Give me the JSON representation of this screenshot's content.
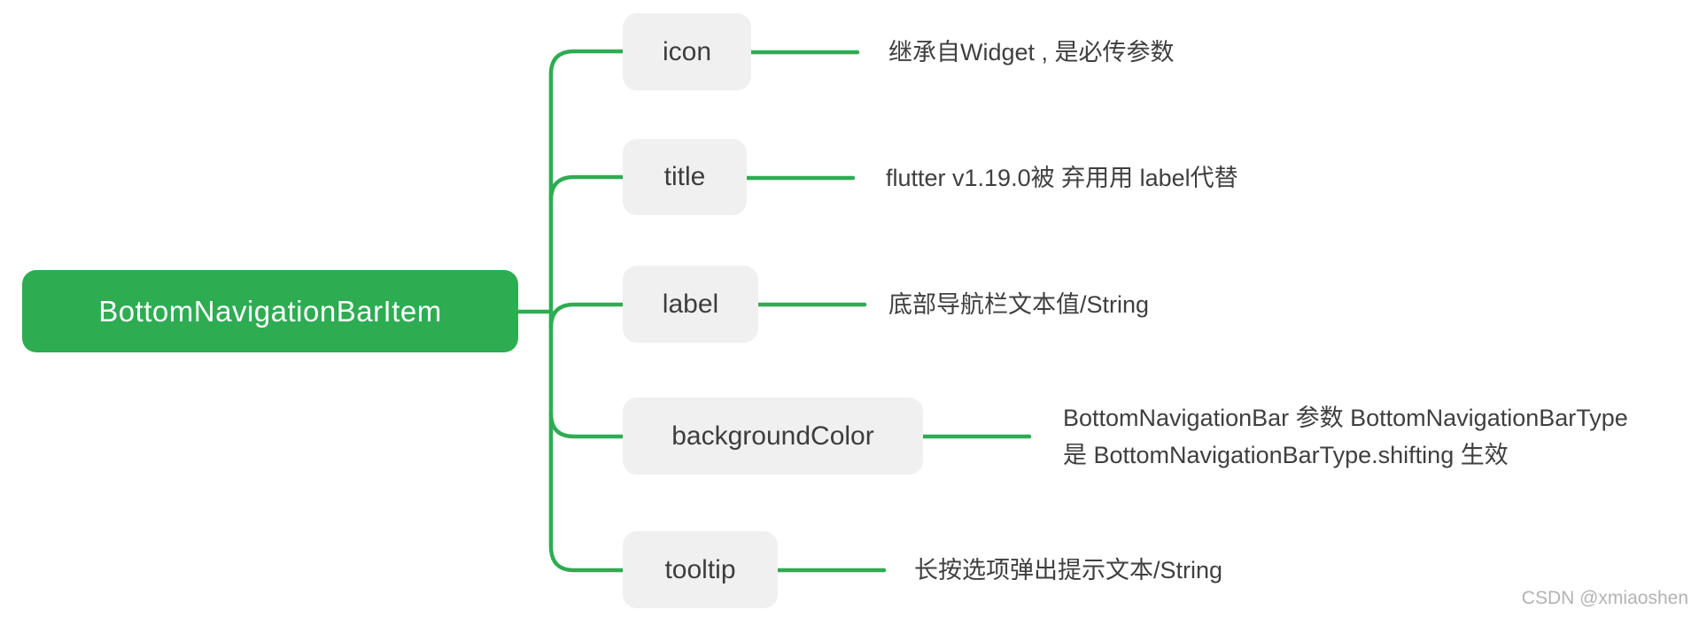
{
  "root": {
    "label": "BottomNavigationBarItem"
  },
  "children": [
    {
      "label": "icon",
      "desc": "继承自Widget , 是必传参数"
    },
    {
      "label": "title",
      "desc": "flutter v1.19.0被 弃用用 label代替"
    },
    {
      "label": "label",
      "desc": "底部导航栏文本值/String"
    },
    {
      "label": "backgroundColor",
      "desc_line1": "BottomNavigationBar 参数 BottomNavigationBarType",
      "desc_line2": "是 BottomNavigationBarType.shifting 生效"
    },
    {
      "label": "tooltip",
      "desc": "长按选项弹出提示文本/String"
    }
  ],
  "watermark": "CSDN @xmiaoshen",
  "colors": {
    "accent_green": "#2EAC52",
    "child_node_bg": "#F0F0F0",
    "text_dark": "#3D3D3D",
    "watermark_gray": "#B3B3B3"
  }
}
